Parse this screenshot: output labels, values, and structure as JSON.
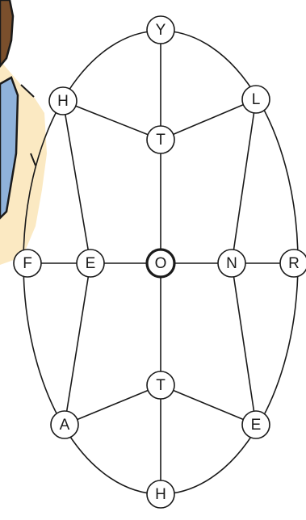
{
  "colors": {
    "background": "#ffffff",
    "line": "#1a1a1a",
    "node_fill": "#ffffff",
    "figure_skin": "#fbe9c2",
    "figure_robe": "#8fb2da",
    "figure_hair": "#7a4f2c",
    "figure_outline": "#1a1a1a"
  },
  "nodes": {
    "top": {
      "letter": "Y"
    },
    "upper_left": {
      "letter": "H"
    },
    "upper_inner": {
      "letter": "T"
    },
    "upper_right": {
      "letter": "L"
    },
    "far_left": {
      "letter": "F"
    },
    "inner_left": {
      "letter": "E"
    },
    "center": {
      "letter": "O"
    },
    "inner_right": {
      "letter": "N"
    },
    "far_right": {
      "letter": "R"
    },
    "lower_inner": {
      "letter": "T"
    },
    "lower_left": {
      "letter": "A"
    },
    "lower_right": {
      "letter": "E"
    },
    "bottom": {
      "letter": "H"
    }
  },
  "edges": [
    [
      "top",
      "upper_inner"
    ],
    [
      "upper_left",
      "upper_inner"
    ],
    [
      "upper_right",
      "upper_inner"
    ],
    [
      "upper_inner",
      "center"
    ],
    [
      "upper_left",
      "inner_left"
    ],
    [
      "upper_right",
      "inner_right"
    ],
    [
      "far_left",
      "inner_left"
    ],
    [
      "inner_left",
      "center"
    ],
    [
      "center",
      "inner_right"
    ],
    [
      "inner_right",
      "far_right"
    ],
    [
      "inner_left",
      "lower_left"
    ],
    [
      "inner_right",
      "lower_right"
    ],
    [
      "center",
      "lower_inner"
    ],
    [
      "lower_inner",
      "lower_left"
    ],
    [
      "lower_inner",
      "lower_right"
    ],
    [
      "lower_inner",
      "bottom"
    ]
  ],
  "center_emphasis": true
}
